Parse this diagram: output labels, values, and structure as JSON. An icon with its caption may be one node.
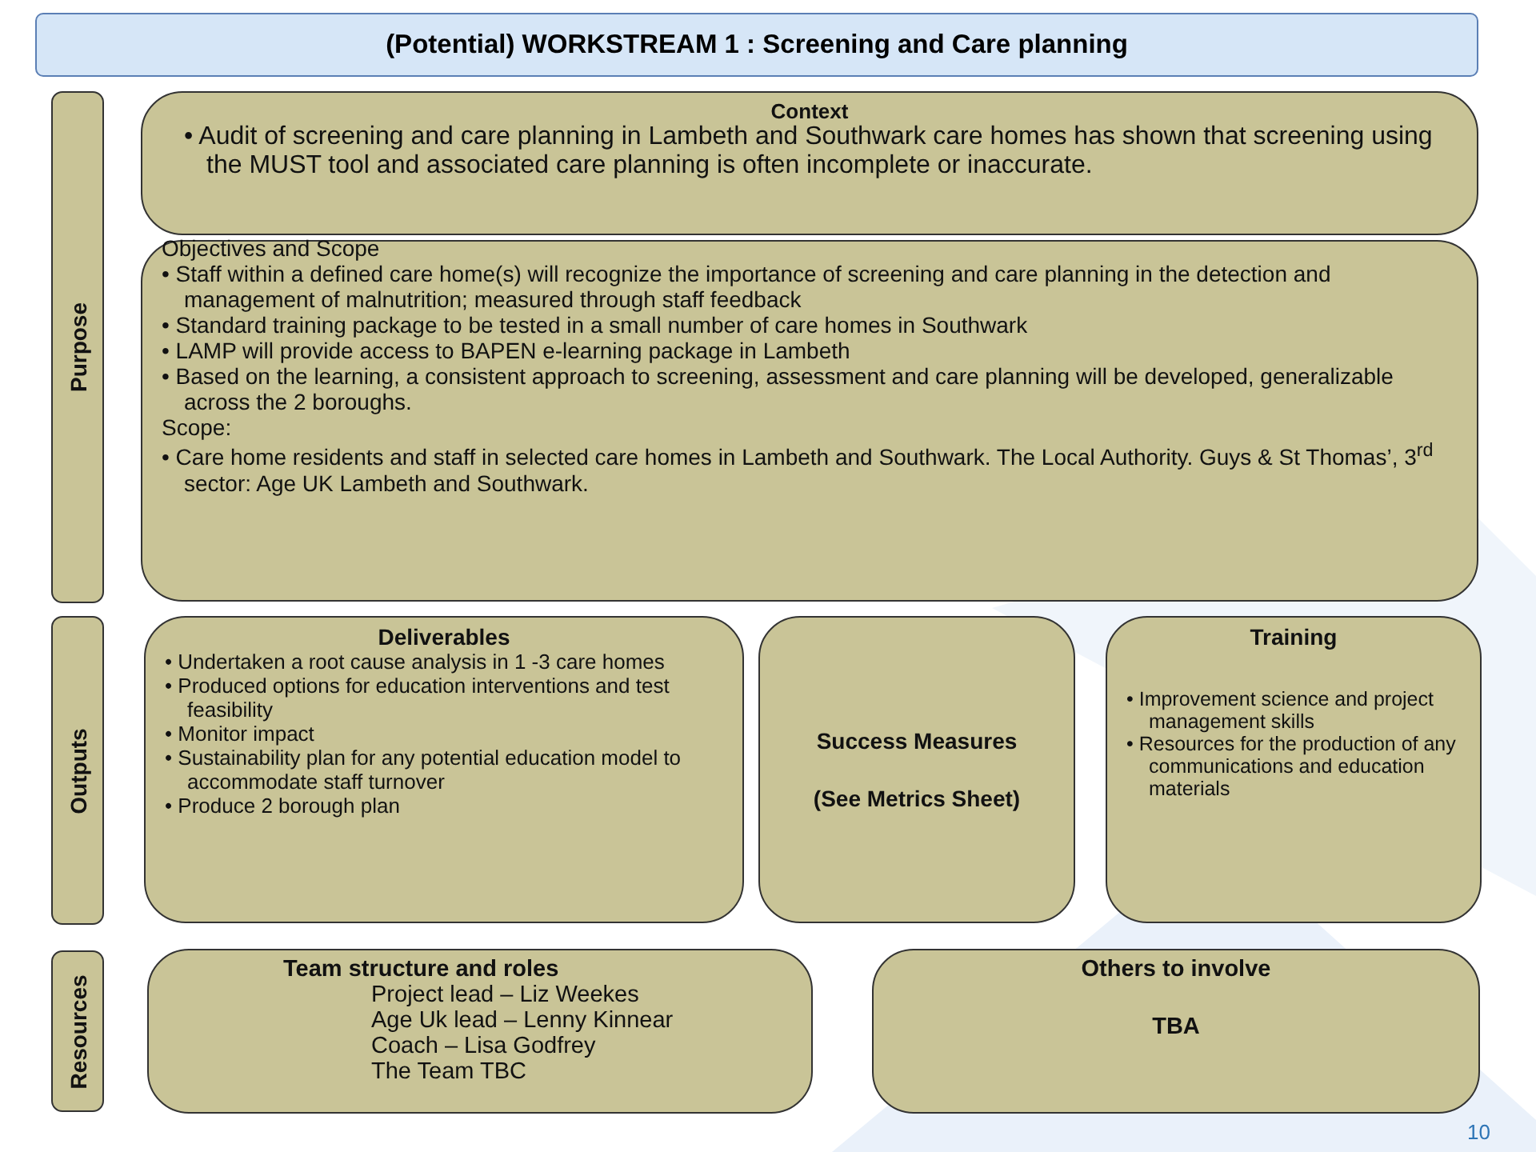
{
  "diagram": {
    "title": "(Potential) WORKSTREAM 1 : Screening and Care planning",
    "nodes": [
      {
        "text": [
          "Purpose"
        ]
      },
      {
        "text": [
          "Context",
          "• Audit of screening and care planning in Lambeth and Southwark care homes has shown that screening using the MUST tool and associated care planning is often incomplete or inaccurate."
        ]
      },
      {
        "text": [
          "Objectives and Scope",
          "• Staff within a defined care home(s) will recognize the importance of screening and care planning in the detection and management of malnutrition; measured through staff feedback",
          "• Standard training package to be tested in a small number of care homes in Southwark",
          "• LAMP will provide access to BAPEN e-learning package in Lambeth",
          "• Based on the learning, a consistent approach to screening, assessment and care planning will be developed, generalizable across the 2 boroughs.",
          "Scope:",
          "• Care home residents and staff in selected care homes in Lambeth and Southwark. The Local Authority. Guys & St Thomas’, 3$^{rd}$ sector: Age UK Lambeth and Southwark."
        ]
      },
      {
        "text": [
          "Outputs"
        ]
      },
      {
        "text": [
          "Deliverables",
          "• Undertaken a root cause analysis in 1 -3 care homes",
          "• Produced options for education interventions and test feasibility",
          "• Monitor impact",
          "• Sustainability plan for any potential education model to accommodate staff turnover",
          "• Produce 2 borough plan"
        ]
      },
      {
        "text": [
          "Success Measures",
          "(See Metrics Sheet)"
        ]
      },
      {
        "text": [
          "Training",
          "• Improvement science and project management skills",
          "• Resources for the production of any communications and education materials"
        ]
      },
      {
        "text": [
          "Resources"
        ]
      },
      {
        "text": [
          "Team structure and roles",
          "Project lead – Liz Weekes",
          "Age Uk lead – Lenny Kinnear",
          "Coach – Lisa Godfrey",
          "The Team TBC"
        ]
      },
      {
        "text": [
          "Others to involve",
          "TBA"
        ]
      }
    ],
    "labels": [
      "10"
    ]
  }
}
